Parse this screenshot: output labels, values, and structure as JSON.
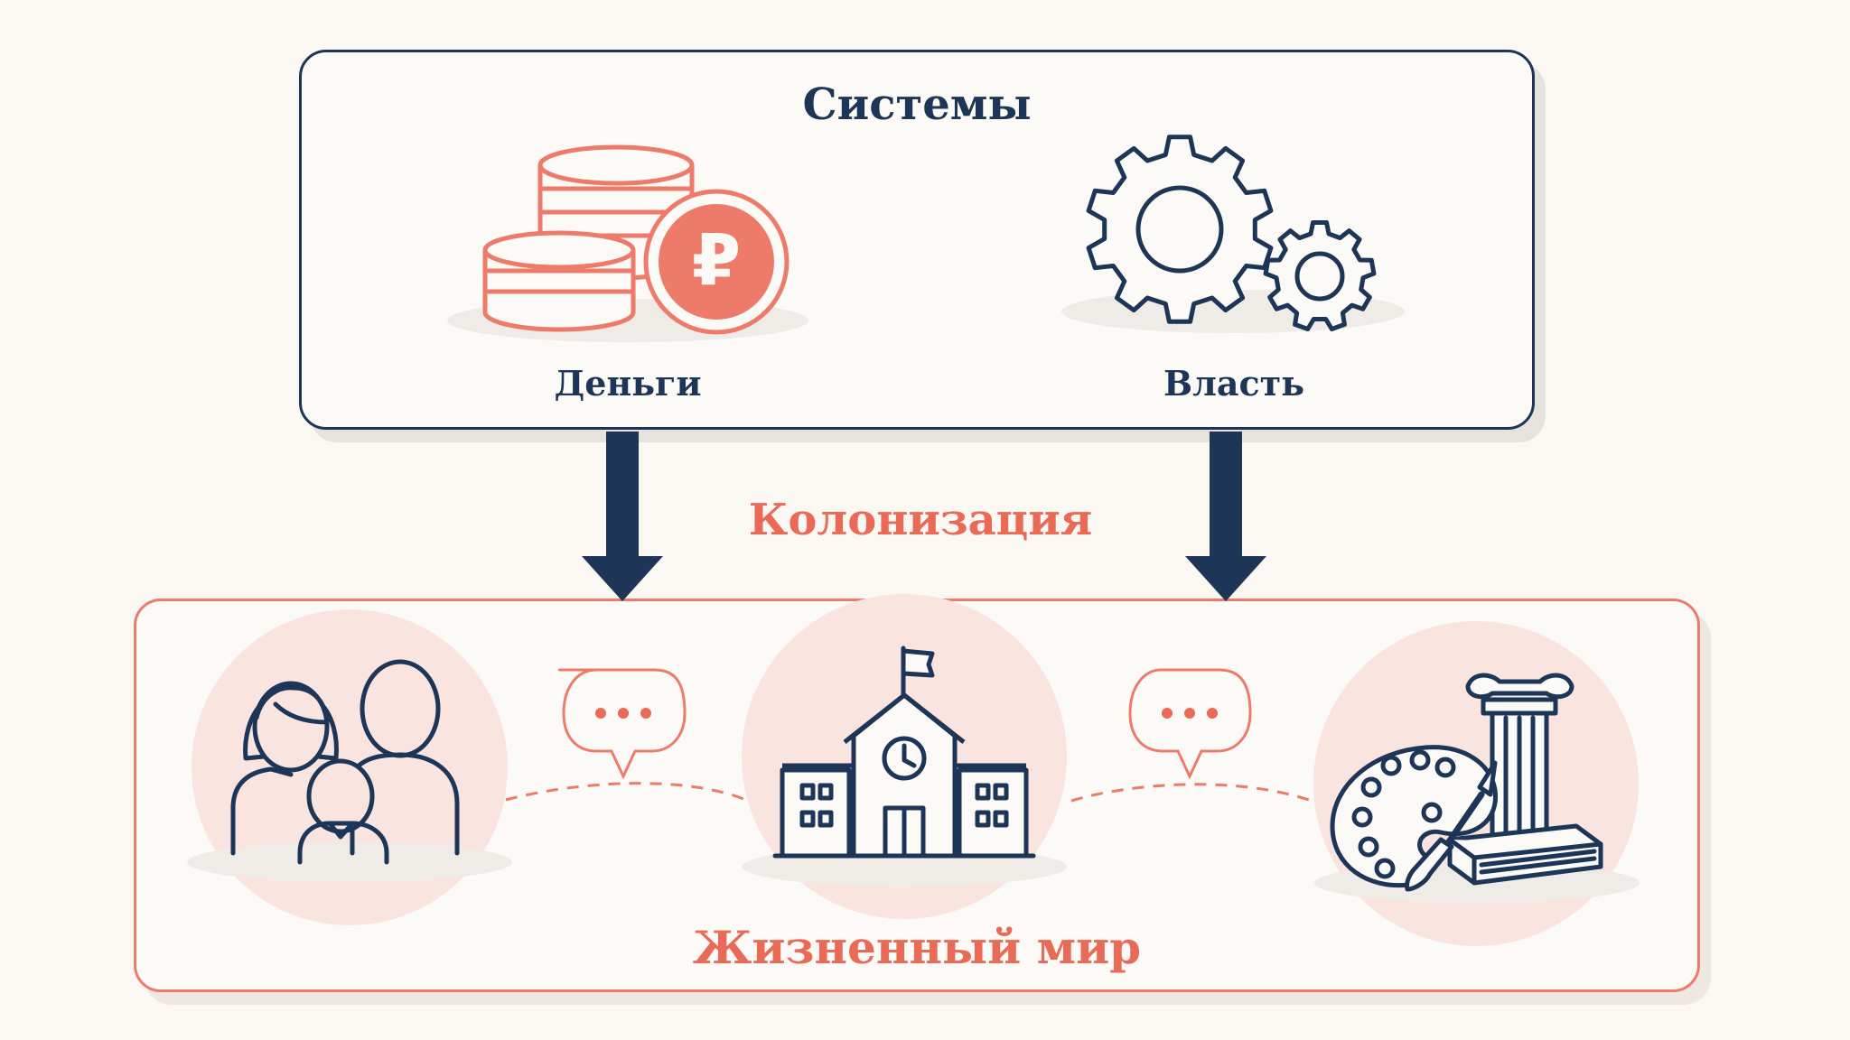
{
  "systems": {
    "title": "Системы",
    "money_label": "Деньги",
    "power_label": "Власть",
    "ruble_symbol": "₽"
  },
  "colonization_label": "Колонизация",
  "lifeworld": {
    "title": "Жизненный мир"
  },
  "icons": {
    "money": "coins-ruble-icon",
    "power": "gears-icon",
    "family": "family-icon",
    "school": "school-building-icon",
    "culture": "culture-arts-icon",
    "dialogue": "speech-bubble-icon"
  },
  "colors": {
    "navy": "#1d3557",
    "coral": "#ea6a58",
    "coral_light": "#ee7a6a",
    "bg": "#fbf8f4"
  }
}
